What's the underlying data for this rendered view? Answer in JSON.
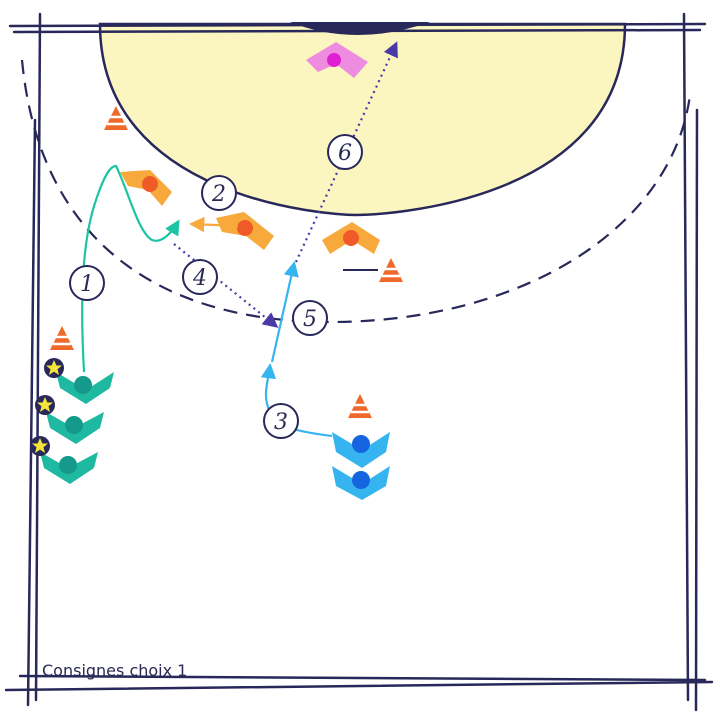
{
  "caption": "Consignes choix 1",
  "steps": [
    "1",
    "2",
    "3",
    "4",
    "5",
    "6"
  ],
  "colors": {
    "line": "#28285a",
    "zone_fill": "#fbf6bf",
    "attacker_teal": "#1fb8a0",
    "attacker_teal_dark": "#14998a",
    "attacker_blue": "#36b4f0",
    "attacker_blue_dark": "#1565e0",
    "defender_orange": "#f7a93b",
    "defender_ball": "#f05a28",
    "goalkeeper": "#ee8de0",
    "goalkeeper_dark": "#e020d0",
    "cone": "#ef6a2a",
    "star": "#f4e43c",
    "path_teal": "#1cc4a4",
    "path_cyan": "#36b4f0",
    "path_purple": "#4a3aa8"
  },
  "icons": [
    "cone-icon",
    "star-icon",
    "player-chevron-icon",
    "arrow-icon"
  ]
}
